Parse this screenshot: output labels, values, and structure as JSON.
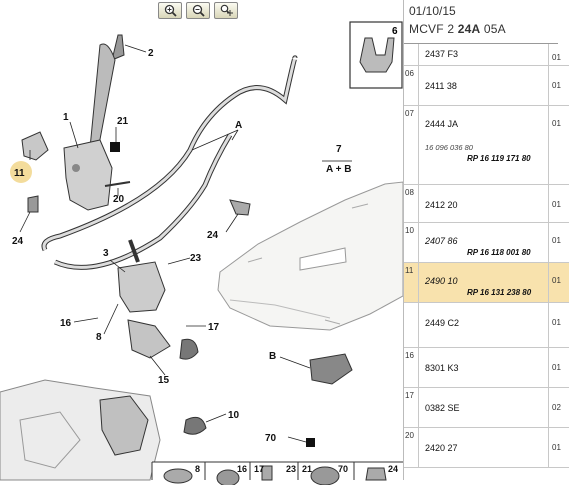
{
  "toolbar": {
    "buttons": [
      {
        "name": "zoom-in-button",
        "icon": "zoom-in-icon"
      },
      {
        "name": "zoom-out-button",
        "icon": "zoom-out-icon"
      },
      {
        "name": "zoom-pan-button",
        "icon": "pan-zoom-icon"
      }
    ]
  },
  "diagram": {
    "callouts": [
      "2",
      "1",
      "21",
      "A",
      "11",
      "20",
      "7",
      "A + B",
      "24",
      "24",
      "3",
      "23",
      "16",
      "8",
      "17",
      "15",
      "10",
      "B",
      "70",
      "6"
    ],
    "thumbs": [
      "8",
      "16",
      "17",
      "23",
      "21",
      "70",
      "24"
    ]
  },
  "panel": {
    "date": "01/10/15",
    "model_prefix": "MCVF 2 ",
    "model_bold": "24A",
    "model_suffix": " 05A",
    "rows": [
      {
        "idx": "",
        "ref": "2437 F3",
        "qty": "01"
      },
      {
        "idx": "06",
        "ref": "2411 38",
        "qty": "01"
      },
      {
        "idx": "07",
        "ref": "2444 JA",
        "sub": "16 096 036 80",
        "rp": "RP 16 119 171 80",
        "qty": "01"
      },
      {
        "idx": "08",
        "ref": "2412 20",
        "qty": "01"
      },
      {
        "idx": "10",
        "ref": "2407 86",
        "rp": "RP 16 118 001 80",
        "qty": "01"
      },
      {
        "idx": "11",
        "ref": "2490 10",
        "rp": "RP 16 131 238 80",
        "qty": "01"
      },
      {
        "idx": "",
        "ref": "2449 C2",
        "qty": "01"
      },
      {
        "idx": "16",
        "ref": "8301 K3",
        "qty": "01"
      },
      {
        "idx": "17",
        "ref": "0382 SE",
        "qty": "02"
      },
      {
        "idx": "20",
        "ref": "2420 27",
        "qty": "01"
      }
    ]
  },
  "colors": {
    "highlight": "#f8e2ad",
    "callout_circle": "#f3dc9c"
  }
}
